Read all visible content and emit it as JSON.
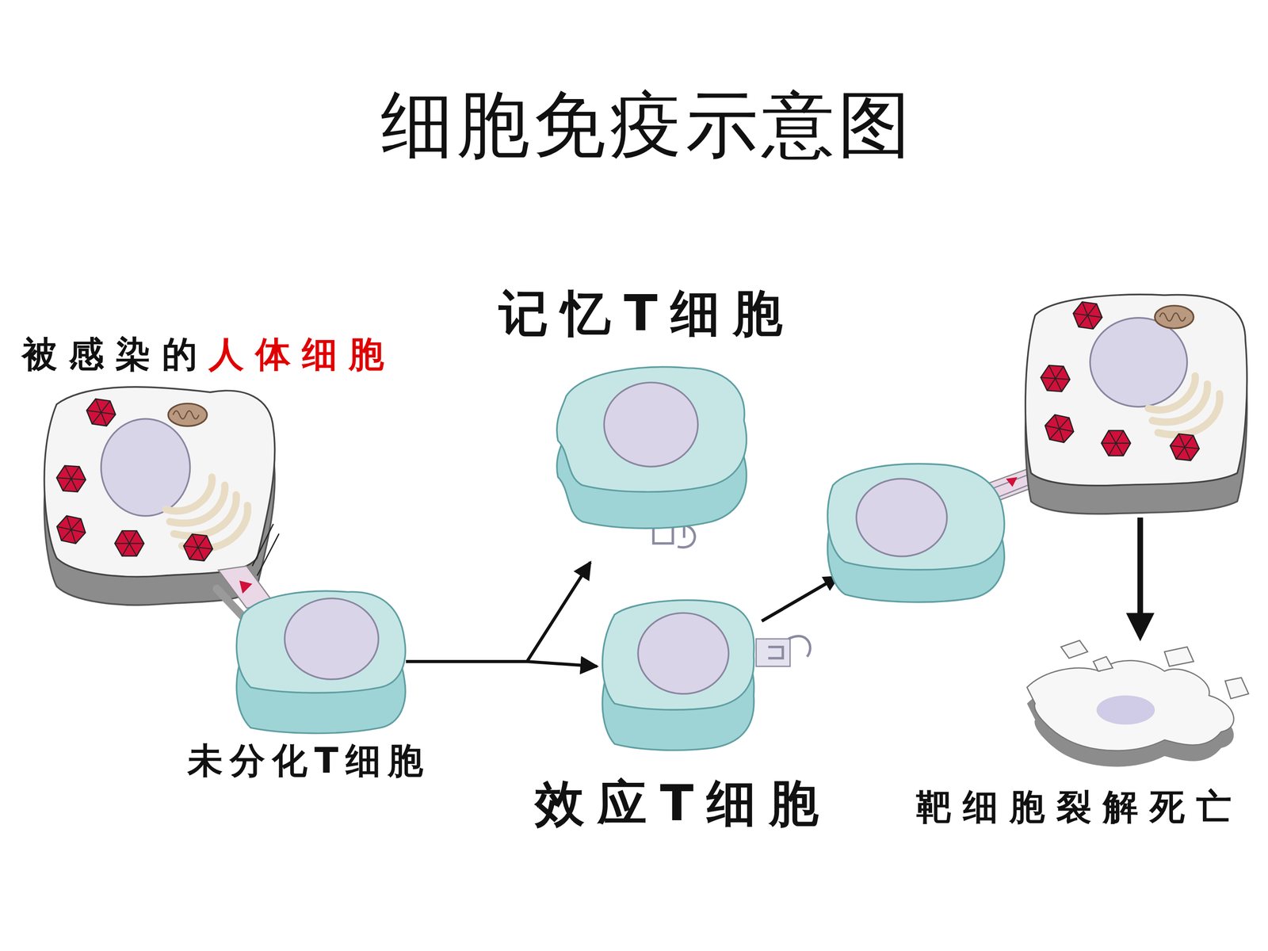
{
  "diagram": {
    "title": "细胞免疫示意图",
    "nodes": [
      {
        "text": [
          "被感染的",
          "人体细胞"
        ]
      },
      {
        "text": [
          "未分化T细胞"
        ]
      },
      {
        "text": [
          "记忆T细胞"
        ]
      },
      {
        "text": [
          "效应T细胞"
        ]
      },
      {
        "text": [
          "靶细胞裂解死亡"
        ]
      }
    ],
    "edges": [
      {
        "from": 1,
        "to": 2,
        "arrow": "to"
      },
      {
        "from": 1,
        "to": 3,
        "arrow": "to"
      }
    ]
  }
}
